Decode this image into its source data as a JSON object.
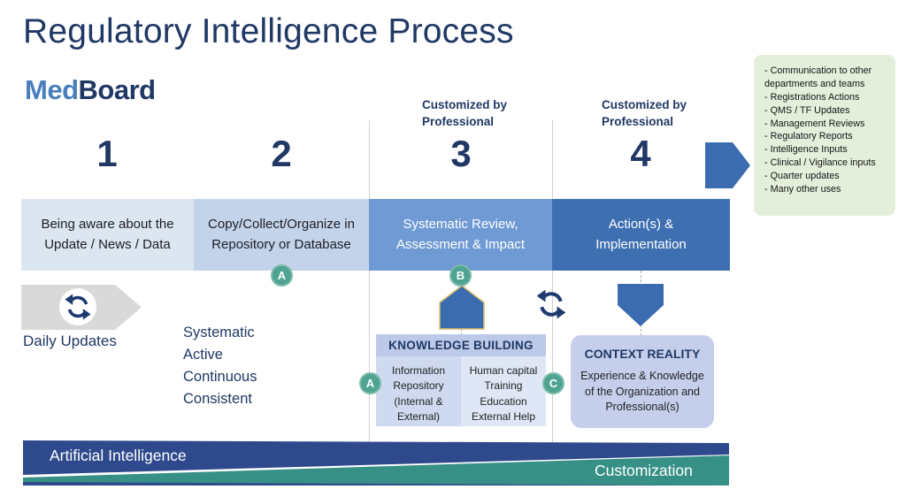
{
  "title": "Regulatory Intelligence Process",
  "logo": {
    "med": "Med",
    "board": "Board"
  },
  "columns": [
    {
      "number": "1",
      "header": "",
      "bar_label": "Being aware about the\nUpdate / News / Data",
      "badge": ""
    },
    {
      "number": "2",
      "header": "",
      "bar_label": "Copy/Collect/Organize in\nRepository or Database",
      "badge": "A"
    },
    {
      "number": "3",
      "header": "Customized by\nProfessional",
      "bar_label": "Systematic Review,\nAssessment & Impact",
      "badge": "B"
    },
    {
      "number": "4",
      "header": "Customized by\nProfessional",
      "bar_label": "Action(s) &\nImplementation",
      "badge": ""
    }
  ],
  "daily_updates": {
    "label": "Daily Updates"
  },
  "qualities": [
    "Systematic",
    "Active",
    "Continuous",
    "Consistent"
  ],
  "knowledge_building": {
    "title": "KNOWLEDGE BUILDING",
    "badge_left": "A",
    "badge_right": "C",
    "left_cell": "Information\nRepository\n(Internal &\nExternal)",
    "right_cell": "Human capital\nTraining\nEducation\nExternal Help"
  },
  "context_reality": {
    "title": "CONTEXT REALITY",
    "body": "Experience & Knowledge\nof the Organization and\nProfessional(s)"
  },
  "green_box": {
    "items": [
      "- Communication to other departments and teams",
      "- Registrations Actions",
      "- QMS / TF Updates",
      "- Management Reviews",
      "- Regulatory Reports",
      "- Intelligence Inputs",
      "- Clinical / Vigilance inputs",
      "- Quarter updates",
      "- Many other uses"
    ]
  },
  "footer": {
    "left_label": "Artificial Intelligence",
    "right_label": "Customization"
  },
  "icons": {
    "sync": "circular-refresh-arrows",
    "house_arrow": "pentagon-arrow-up",
    "down_arrow": "pentagon-arrow-down",
    "right_arrow": "pentagon-arrow-right"
  },
  "colors": {
    "navy": "#203864",
    "med_blue": "#4a7ebc",
    "bar1": "#dce6f1",
    "bar2": "#c3d4ea",
    "bar3": "#6f9ad3",
    "bar4": "#3e6fb1",
    "teal_badge": "#4fa392",
    "arrow_blue": "#3b6cb0",
    "gray_arrow": "#d9d9d9",
    "green_box_bg": "#e3efdb",
    "context_bg": "#c5cfec",
    "kb_header_bg": "#bcc9e8",
    "kb_left_bg": "#cfdaf0",
    "kb_right_bg": "#dfe7f6",
    "footer_navy": "#2e4a8c",
    "footer_teal": "#379086"
  }
}
